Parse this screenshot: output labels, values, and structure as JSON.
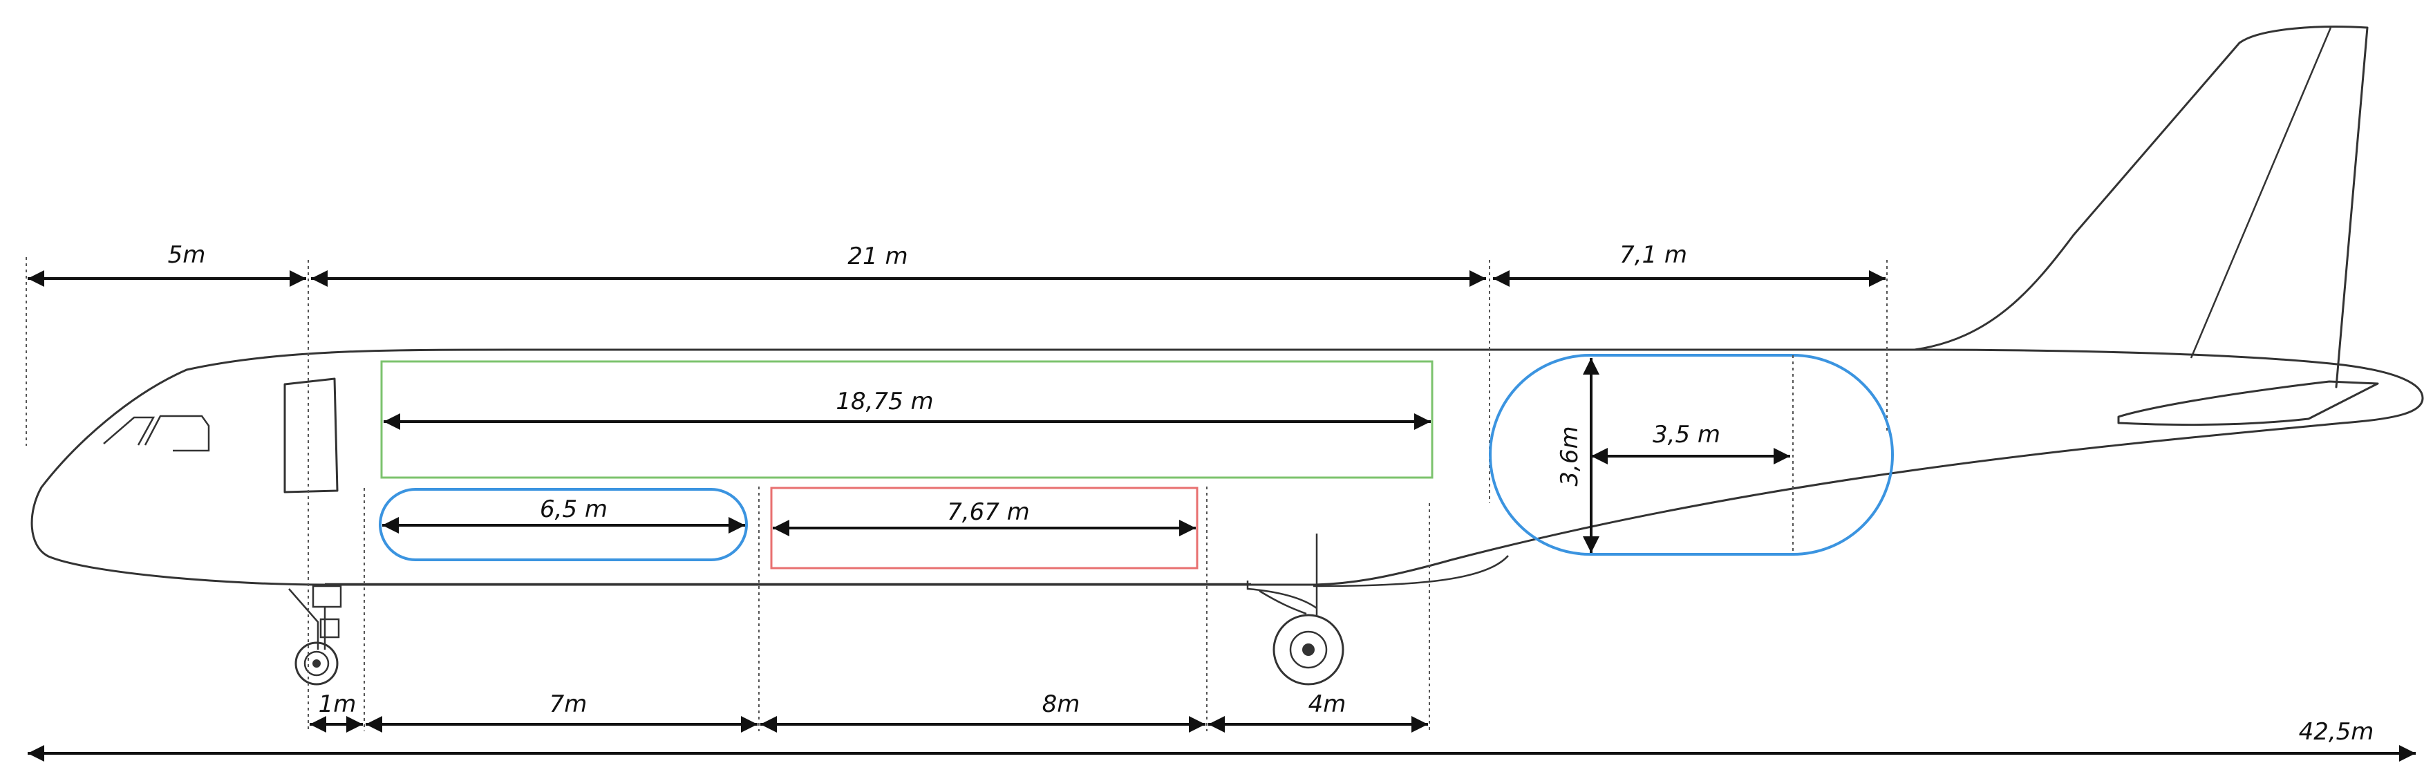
{
  "dimensions": {
    "nose": "5m",
    "cabin": "21 m",
    "rear": "7,1 m",
    "green_zone": "18,75 m",
    "blue_zone": "6,5 m",
    "red_zone": "7,67 m",
    "rear_height": "3,6m",
    "rear_width": "3,5 m",
    "seg_1": "1m",
    "seg_7": "7m",
    "seg_8": "8m",
    "seg_4": "4m",
    "total": "42,5m"
  },
  "colors": {
    "green_zone": "#7cc36e",
    "blue_zone": "#3b94e0",
    "red_zone": "#e87070",
    "outline": "#333333"
  }
}
